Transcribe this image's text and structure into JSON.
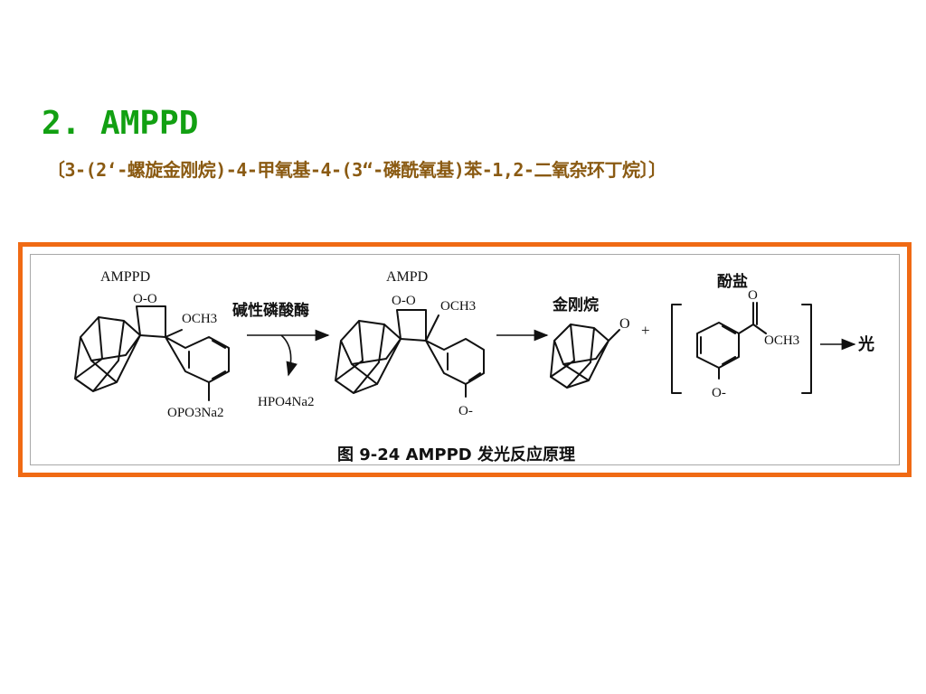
{
  "slide": {
    "title": "2. AMPPD",
    "subtitle": "〔3-(2‘-螺旋金刚烷)-4-甲氧基-4-(3“-磷酰氧基)苯-1,2-二氧杂环丁烷〕〕"
  },
  "figure": {
    "reactant_name": "AMPPD",
    "reactant_dioxetane": "O-O",
    "reactant_methoxy": "OCH3",
    "reactant_phosphate": "OPO3Na2",
    "enzyme_label": "碱性磷酸酶",
    "byproduct": "HPO4Na2",
    "intermediate_name": "AMPD",
    "intermediate_dioxetane": "O-O",
    "intermediate_methoxy": "OCH3",
    "intermediate_oxyanion": "O-",
    "adamantanone_label": "金刚烷",
    "adamantanone_oxygen": "O",
    "plus": "+",
    "phenolate_label": "酚盐",
    "ester_oxygen": "O",
    "ester_methoxy": "OCH3",
    "phenolate_oxyanion": "O-",
    "product_label": "光",
    "caption": "图 9-24   AMPPD 发光反应原理"
  }
}
